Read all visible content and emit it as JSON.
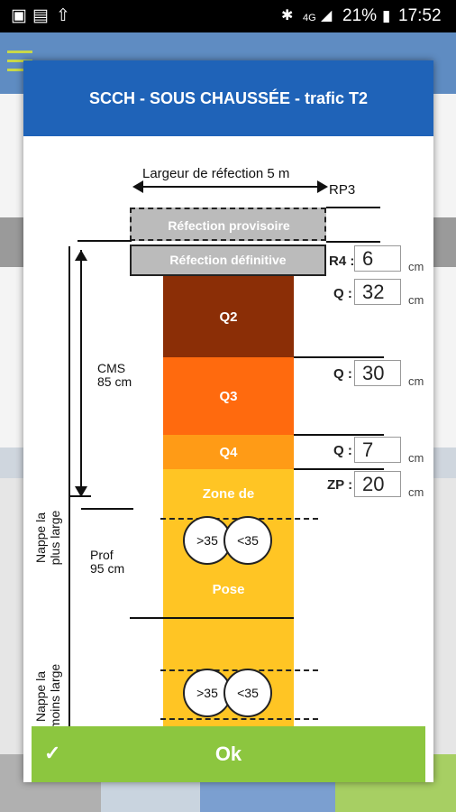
{
  "status_bar": {
    "battery": "21%",
    "time": "17:52",
    "network": "4G"
  },
  "dialog": {
    "title": "SCCH - SOUS CHAUSSÉE - trafic T2",
    "ok_label": "Ok"
  },
  "diagram": {
    "width_label": "Largeur de réfection 5 m",
    "rp_label": "RP3",
    "provisional_label": "Réfection provisoire",
    "definitive_label": "Réfection définitive",
    "cms_label": "CMS\n85 cm",
    "prof_label": "Prof\n95 cm",
    "nappe_large_label": "Nappe la\nplus large",
    "nappe_moins_label": "Nappe la\nmoins large",
    "layers": [
      {
        "label": "Q2",
        "color": "#8b2e06"
      },
      {
        "label": "Q3",
        "color": "#ff6a0e"
      },
      {
        "label": "Q4",
        "color": "#ff9b16"
      },
      {
        "label": "Zone de",
        "color": "#ffc524"
      },
      {
        "label": "Pose",
        "color": "#ffc524"
      }
    ],
    "circles": [
      ">35",
      "<35",
      ">35",
      "<35"
    ],
    "fields": [
      {
        "label": "R4 :",
        "value": "6",
        "unit": "cm"
      },
      {
        "label": "Q :",
        "value": "32",
        "unit": "cm"
      },
      {
        "label": "Q :",
        "value": "30",
        "unit": "cm"
      },
      {
        "label": "Q :",
        "value": "7",
        "unit": "cm"
      },
      {
        "label": "ZP :",
        "value": "20",
        "unit": "cm"
      }
    ]
  }
}
